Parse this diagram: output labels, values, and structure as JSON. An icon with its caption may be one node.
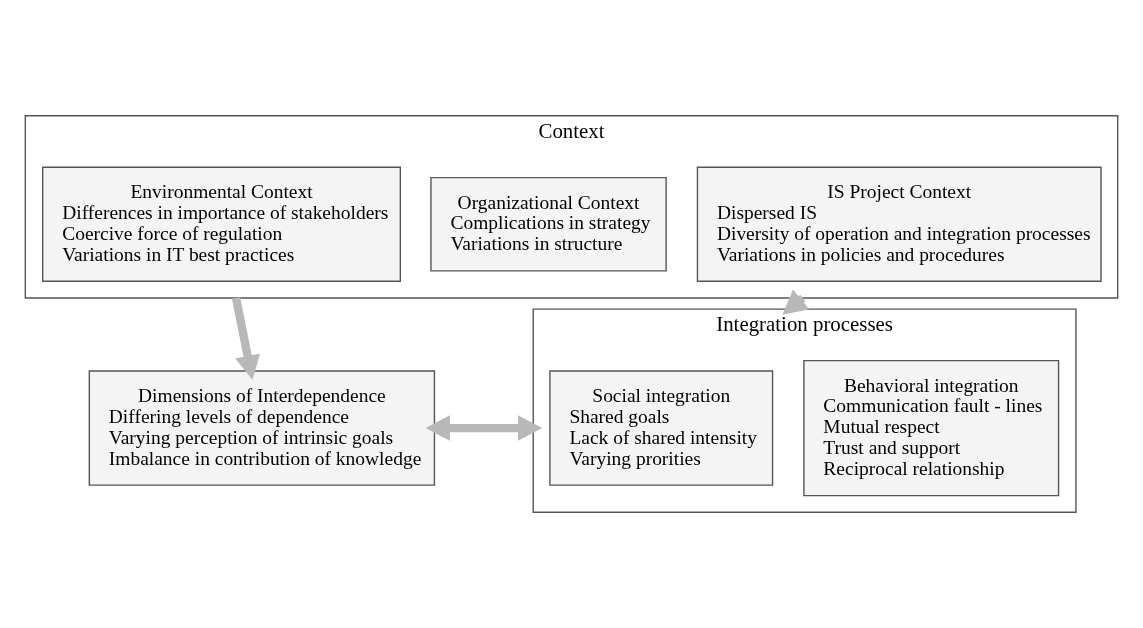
{
  "diagram": {
    "nodes": [
      {
        "text": [
          "Context"
        ]
      },
      {
        "text": [
          "Environmental Context",
          "Differences in importance of stakeholders",
          "Coercive force of regulation",
          "Variations in IT best practices"
        ],
        "in": 0
      },
      {
        "text": [
          "Organizational Context",
          "Complications in strategy",
          "Variations in structure"
        ],
        "in": 0
      },
      {
        "text": [
          "IS Project Context",
          "Dispersed IS",
          "Diversity of operation and integration processes",
          "Variations in policies and procedures"
        ],
        "in": 0
      },
      {
        "text": [
          "Dimensions of Interdependence",
          "Differing levels of dependence",
          "Varying perception of intrinsic goals",
          "Imbalance in contribution of knowledge"
        ]
      },
      {
        "text": [
          "Integration processes"
        ]
      },
      {
        "text": [
          "Social integration",
          "Shared goals",
          "Lack of shared intensity",
          "Varying prorities"
        ],
        "in": 5
      },
      {
        "text": [
          "Behavioral integration",
          "Communication fault - lines",
          "Mutual respect",
          "Trust and support",
          "Reciprocal relationship"
        ],
        "in": 5
      }
    ],
    "edges": [
      {
        "from": 0,
        "to": 4,
        "arrow": "to"
      },
      {
        "from": 0,
        "to": 5,
        "arrow": "to"
      },
      {
        "from": 4,
        "to": 5,
        "arrow": "both"
      }
    ]
  }
}
